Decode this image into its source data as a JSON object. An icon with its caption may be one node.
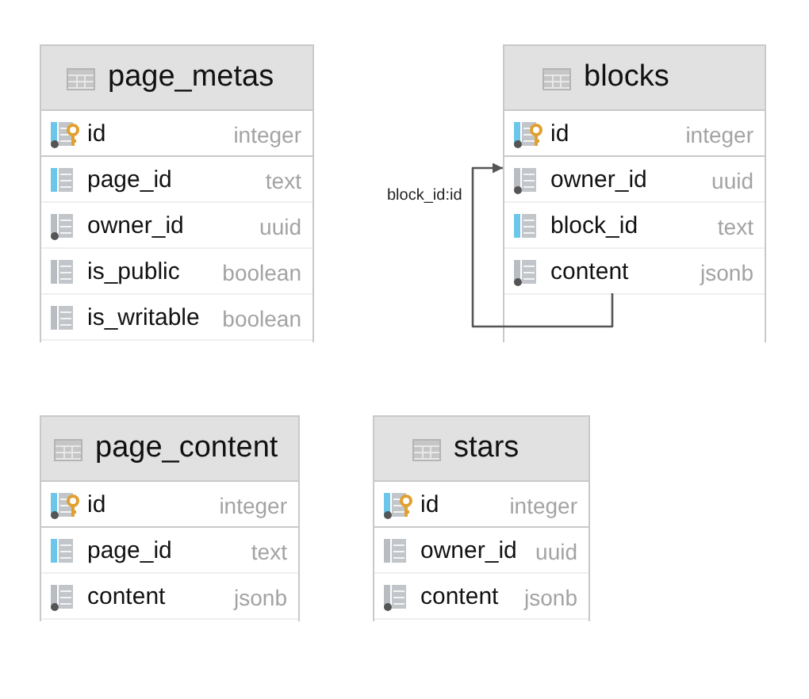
{
  "diagram": {
    "nodes": [
      {
        "text": [
          "page_metas"
        ]
      },
      {
        "text": [
          "id",
          "integer"
        ],
        "in": 0
      },
      {
        "text": [
          "page_id",
          "text"
        ],
        "in": 0
      },
      {
        "text": [
          "owner_id",
          "uuid"
        ],
        "in": 0
      },
      {
        "text": [
          "is_public",
          "boolean"
        ],
        "in": 0
      },
      {
        "text": [
          "is_writable",
          "boolean"
        ],
        "in": 0
      },
      {
        "text": [
          "blocks"
        ]
      },
      {
        "text": [
          "id",
          "integer"
        ],
        "in": 6
      },
      {
        "text": [
          "owner_id",
          "uuid"
        ],
        "in": 6
      },
      {
        "text": [
          "block_id",
          "text"
        ],
        "in": 6
      },
      {
        "text": [
          "content",
          "jsonb"
        ],
        "in": 6
      },
      {
        "text": [
          "page_content"
        ]
      },
      {
        "text": [
          "id",
          "integer"
        ],
        "in": 11
      },
      {
        "text": [
          "page_id",
          "text"
        ],
        "in": 11
      },
      {
        "text": [
          "content",
          "jsonb"
        ],
        "in": 11
      },
      {
        "text": [
          "stars"
        ]
      },
      {
        "text": [
          "id",
          "integer"
        ],
        "in": 15
      },
      {
        "text": [
          "owner_id",
          "uuid"
        ],
        "in": 15
      },
      {
        "text": [
          "content",
          "jsonb"
        ],
        "in": 15
      }
    ],
    "edges": [
      {
        "from": 10,
        "to": 8,
        "arrow": "to",
        "label": "block_id:id"
      }
    ]
  }
}
